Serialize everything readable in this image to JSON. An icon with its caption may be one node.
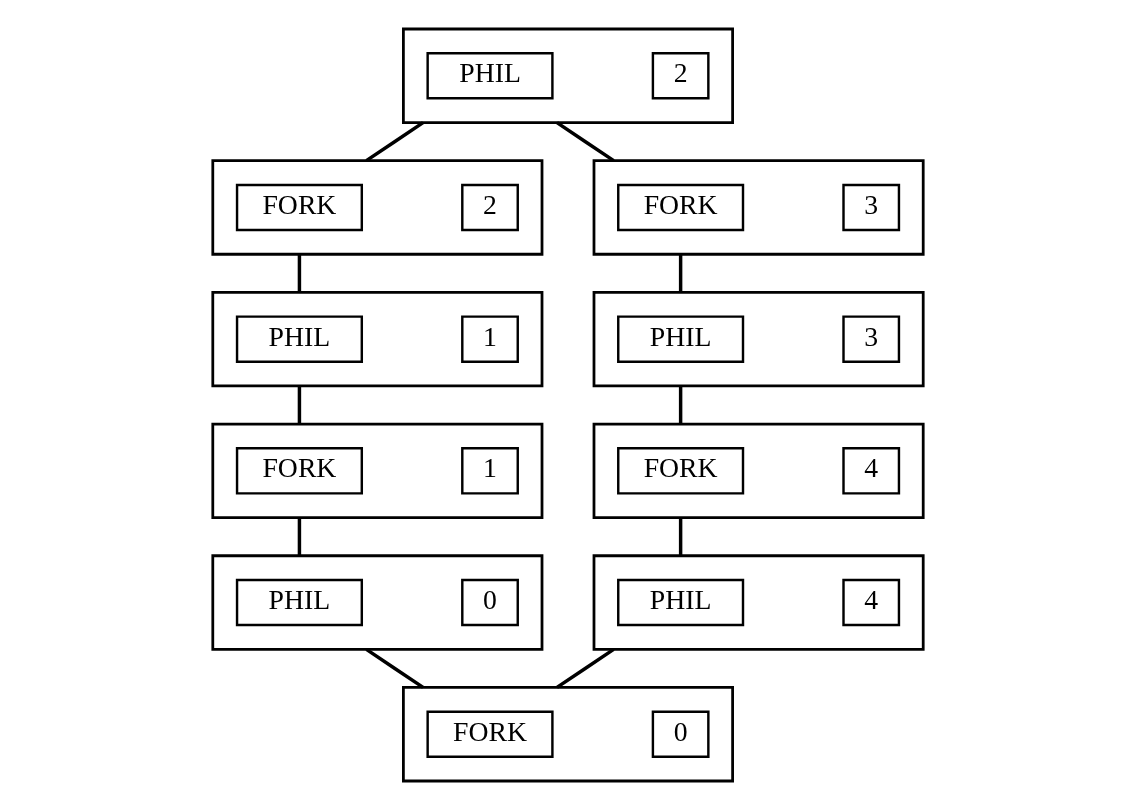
{
  "diagram": {
    "nodes": [
      {
        "text": [],
        "shape": "box"
      },
      {
        "text": [
          "PHIL"
        ],
        "in": 0
      },
      {
        "text": [
          "2"
        ],
        "in": 0
      },
      {
        "text": [],
        "shape": "box"
      },
      {
        "text": [
          "FORK"
        ],
        "in": 3
      },
      {
        "text": [
          "2"
        ],
        "in": 3
      },
      {
        "text": [],
        "shape": "box"
      },
      {
        "text": [
          "PHIL"
        ],
        "in": 6
      },
      {
        "text": [
          "1"
        ],
        "in": 6
      },
      {
        "text": [],
        "shape": "box"
      },
      {
        "text": [
          "FORK"
        ],
        "in": 9
      },
      {
        "text": [
          "1"
        ],
        "in": 9
      },
      {
        "text": [],
        "shape": "box"
      },
      {
        "text": [
          "PHIL"
        ],
        "in": 12
      },
      {
        "text": [
          "0"
        ],
        "in": 12
      },
      {
        "text": [],
        "shape": "box"
      },
      {
        "text": [
          "FORK"
        ],
        "in": 15
      },
      {
        "text": [
          "0"
        ],
        "in": 15
      },
      {
        "text": [],
        "shape": "box"
      },
      {
        "text": [
          "PHIL"
        ],
        "in": 18
      },
      {
        "text": [
          "4"
        ],
        "in": 18
      },
      {
        "text": [],
        "shape": "box"
      },
      {
        "text": [
          "FORK"
        ],
        "in": 21
      },
      {
        "text": [
          "4"
        ],
        "in": 21
      },
      {
        "text": [],
        "shape": "box"
      },
      {
        "text": [
          "PHIL"
        ],
        "in": 24
      },
      {
        "text": [
          "3"
        ],
        "in": 24
      },
      {
        "text": [],
        "shape": "box"
      },
      {
        "text": [
          "FORK"
        ],
        "in": 27
      },
      {
        "text": [
          "3"
        ],
        "in": 27
      }
    ],
    "edges": [
      {
        "from": 0,
        "to": 3,
        "arrow": "none"
      },
      {
        "from": 3,
        "to": 6,
        "arrow": "none"
      },
      {
        "from": 6,
        "to": 9,
        "arrow": "none"
      },
      {
        "from": 9,
        "to": 12,
        "arrow": "none"
      },
      {
        "from": 12,
        "to": 15,
        "arrow": "none"
      },
      {
        "from": 15,
        "to": 18,
        "arrow": "none"
      },
      {
        "from": 18,
        "to": 21,
        "arrow": "none"
      },
      {
        "from": 21,
        "to": 24,
        "arrow": "none"
      },
      {
        "from": 24,
        "to": 27,
        "arrow": "none"
      },
      {
        "from": 27,
        "to": 0,
        "arrow": "none"
      }
    ]
  }
}
